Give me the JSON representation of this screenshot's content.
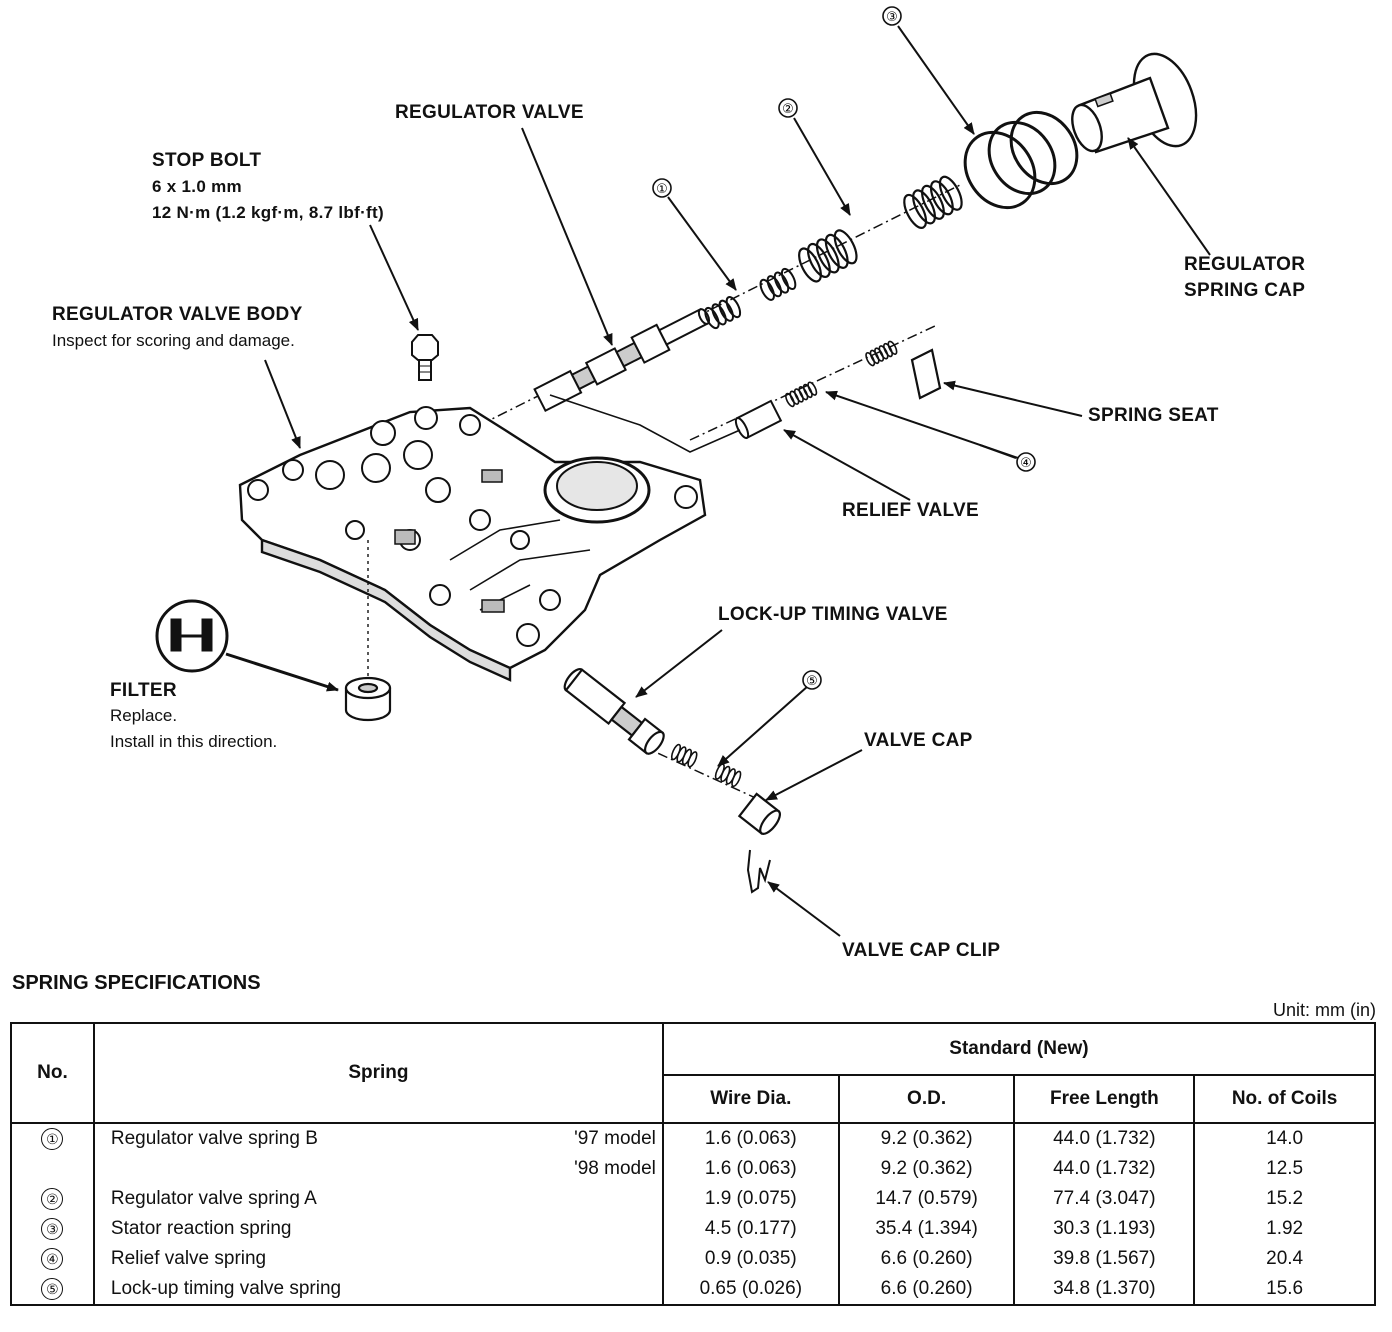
{
  "labels": {
    "regulator_valve": "REGULATOR VALVE",
    "stop_bolt": "STOP BOLT",
    "stop_bolt_size": "6 x 1.0 mm",
    "stop_bolt_torque": "12 N·m (1.2 kgf·m, 8.7 lbf·ft)",
    "regulator_valve_body": "REGULATOR VALVE BODY",
    "regulator_valve_body_note": "Inspect for scoring and damage.",
    "regulator_spring_cap_1": "REGULATOR",
    "regulator_spring_cap_2": "SPRING CAP",
    "spring_seat": "SPRING SEAT",
    "relief_valve": "RELIEF VALVE",
    "lockup_timing_valve": "LOCK-UP TIMING VALVE",
    "filter": "FILTER",
    "filter_note_1": "Replace.",
    "filter_note_2": "Install in this direction.",
    "valve_cap": "VALVE CAP",
    "valve_cap_clip": "VALVE CAP CLIP"
  },
  "callouts": [
    "①",
    "②",
    "③",
    "④",
    "⑤"
  ],
  "spec": {
    "title": "SPRING SPECIFICATIONS",
    "unit": "Unit: mm (in)",
    "headers": {
      "no": "No.",
      "spring": "Spring",
      "standard": "Standard (New)",
      "wire_dia": "Wire Dia.",
      "od": "O.D.",
      "free_length": "Free Length",
      "coils": "No. of Coils"
    },
    "rows": [
      {
        "no": "①",
        "spring": "Regulator valve spring B",
        "model": "'97 model",
        "wire": "1.6 (0.063)",
        "od": "9.2 (0.362)",
        "free": "44.0 (1.732)",
        "coils": "14.0"
      },
      {
        "no": "",
        "spring": "",
        "model": "'98 model",
        "wire": "1.6 (0.063)",
        "od": "9.2 (0.362)",
        "free": "44.0 (1.732)",
        "coils": "12.5"
      },
      {
        "no": "②",
        "spring": "Regulator valve spring A",
        "model": "",
        "wire": "1.9 (0.075)",
        "od": "14.7 (0.579)",
        "free": "77.4 (3.047)",
        "coils": "15.2"
      },
      {
        "no": "③",
        "spring": "Stator reaction spring",
        "model": "",
        "wire": "4.5 (0.177)",
        "od": "35.4 (1.394)",
        "free": "30.3 (1.193)",
        "coils": "1.92"
      },
      {
        "no": "④",
        "spring": "Relief valve spring",
        "model": "",
        "wire": "0.9 (0.035)",
        "od": "6.6 (0.260)",
        "free": "39.8 (1.567)",
        "coils": "20.4"
      },
      {
        "no": "⑤",
        "spring": "Lock-up timing valve spring",
        "model": "",
        "wire": "0.65 (0.026)",
        "od": "6.6 (0.260)",
        "free": "34.8 (1.370)",
        "coils": "15.6"
      }
    ]
  }
}
